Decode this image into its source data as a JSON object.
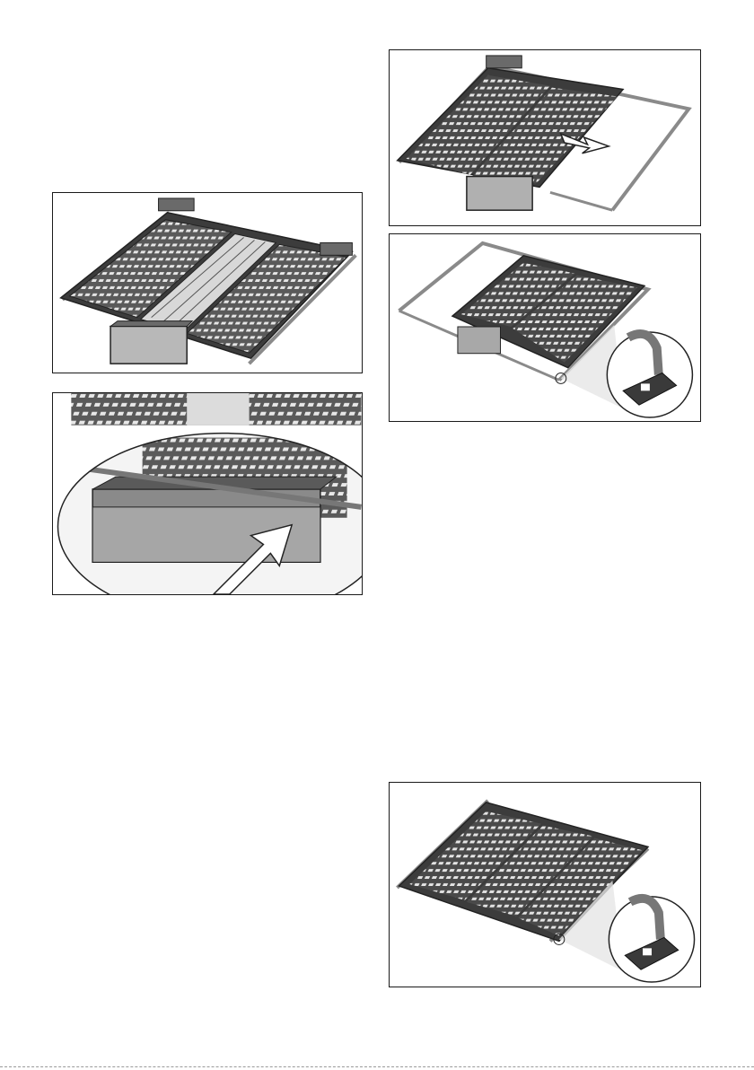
{
  "page": {
    "figures": [
      {
        "id": "fig-1",
        "depicts": "cutlery-tray-with-handle"
      },
      {
        "id": "fig-2",
        "depicts": "handle-detail-magnified"
      },
      {
        "id": "fig-3",
        "depicts": "tray-slid-on-rails"
      },
      {
        "id": "fig-4",
        "depicts": "tray-rail-clip-detail"
      },
      {
        "id": "fig-5",
        "depicts": "tray-on-rails-clip-detail"
      }
    ],
    "colors": {
      "frame": "#1a1a1a",
      "tray_dark": "#3c3c3c",
      "tray_mid": "#7a7a7a",
      "tray_light": "#d6d6d6",
      "rail": "#9a9a9a"
    },
    "icons": [
      "arrow-icon",
      "magnifier-lens-icon",
      "rail-clip-icon"
    ]
  }
}
